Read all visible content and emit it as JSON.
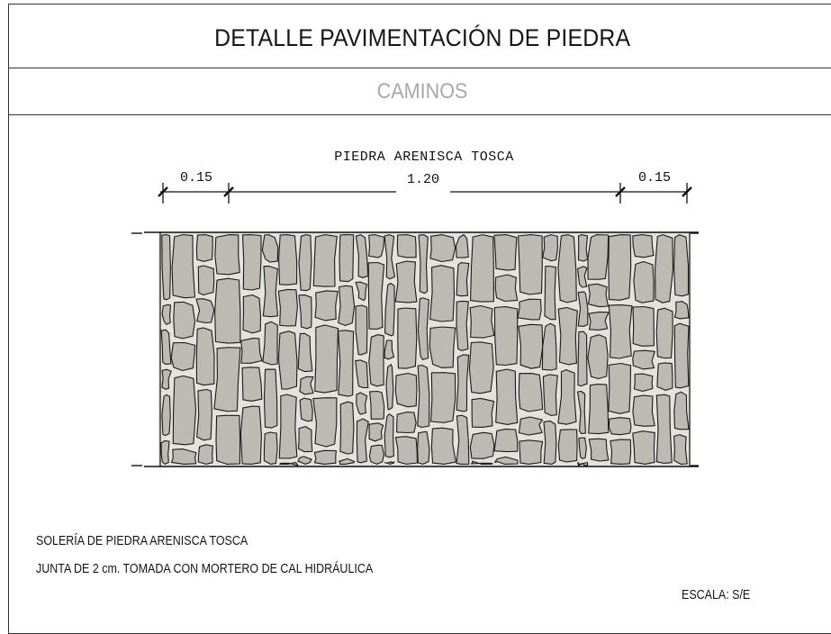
{
  "title": "DETALLE PAVIMENTACIÓN DE PIEDRA",
  "subtitle": "CAMINOS",
  "material_label": "PIEDRA ARENISCA TOSCA",
  "dimensions": {
    "left": "0.15",
    "center": "1.20",
    "right": "0.15"
  },
  "notes": [
    "SOLERÍA DE PIEDRA ARENISCA TOSCA",
    "JUNTA DE 2 cm. TOMADA CON MORTERO DE CAL HIDRÁULICA"
  ],
  "scale_label": "ESCALA: S/E",
  "colors": {
    "stone_fill": "#bdbab3",
    "joint_fill": "#e4e2dc",
    "line": "#1a1a1a",
    "subtitle": "#a8a8a8"
  }
}
